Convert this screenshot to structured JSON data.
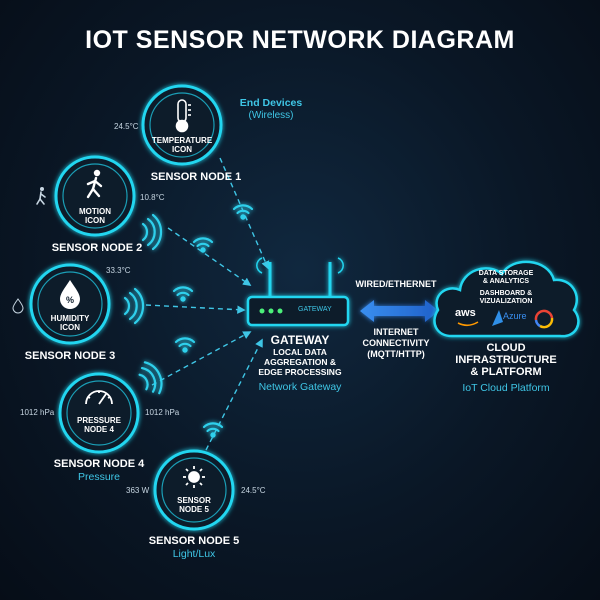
{
  "title": "IOT SENSOR NETWORK DIAGRAM",
  "end_devices": {
    "title": "End Devices",
    "subtitle": "(Wireless)"
  },
  "nodes": [
    {
      "label": "SENSOR NODE 1",
      "inner": [
        "TEMPERATURE",
        "ICON"
      ],
      "reading_left": "24.5°C",
      "icon": "thermometer-icon"
    },
    {
      "label": "SENSOR NODE 2",
      "inner": [
        "MOTION",
        "ICON"
      ],
      "reading_right": "10.8°C",
      "icon": "walking-person-icon"
    },
    {
      "label": "SENSOR NODE 3",
      "inner": [
        "HUMIDITY",
        "ICON"
      ],
      "reading_top": "33.3°C",
      "icon": "humidity-drop-icon"
    },
    {
      "label": "SENSOR NODE 4",
      "sublabel": "Pressure",
      "inner": [
        "PRESSURE",
        "NODE 4"
      ],
      "reading_left": "1012 hPa",
      "reading_right": "1012 hPa",
      "icon": "pressure-gauge-icon"
    },
    {
      "label": "SENSOR NODE 5",
      "sublabel": "Light/Lux",
      "inner": [
        "SENSOR",
        "NODE 5"
      ],
      "reading_left": "363 W",
      "reading_right": "24.5°C",
      "icon": "sun-icon"
    }
  ],
  "gateway": {
    "device_label": "GATEWAY",
    "title": "GATEWAY",
    "desc": [
      "LOCAL DATA",
      "AGGREGATION &",
      "EDGE PROCESSING"
    ],
    "subtitle": "Network Gateway"
  },
  "link": {
    "wired": "WIRED/ETHERNET",
    "internet": [
      "INTERNET",
      "CONNECTIVITY",
      "(MQTT/HTTP)"
    ]
  },
  "cloud": {
    "line1": [
      "DATA STORAGE",
      "& ANALYTICS"
    ],
    "line2": [
      "DASHBOARD &",
      "VIZUALIZATION"
    ],
    "brands": [
      "aws",
      "Azure"
    ],
    "title": [
      "CLOUD",
      "INFRASTRUCTURE",
      "& PLATFORM"
    ],
    "subtitle": "IoT Cloud Platform"
  },
  "colors": {
    "accent": "#3fc6e6",
    "glow": "#22d6f0",
    "arrow": "#2f7fe0",
    "background": "#0a1726"
  }
}
